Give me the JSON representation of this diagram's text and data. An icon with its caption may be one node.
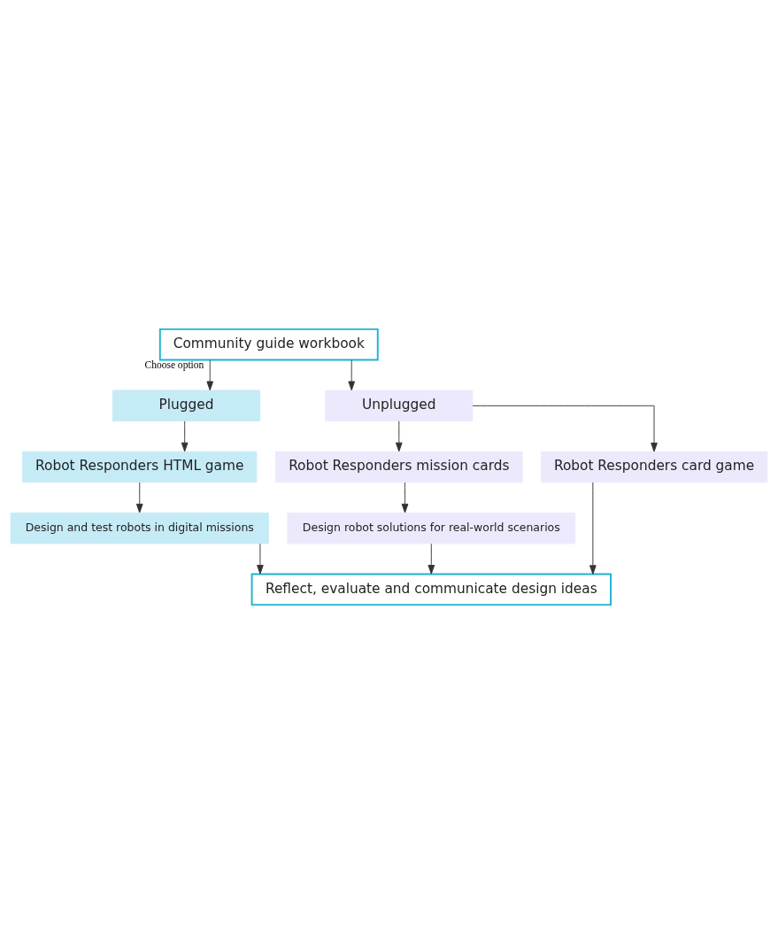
{
  "diagram": {
    "nodes": [
      {
        "text": [
          "Community guide workbook"
        ]
      },
      {
        "text": [
          "Plugged"
        ]
      },
      {
        "text": [
          "Unplugged"
        ]
      },
      {
        "text": [
          "Robot Responders HTML game"
        ]
      },
      {
        "text": [
          "Design and test robots in digital missions"
        ]
      },
      {
        "text": [
          "Robot Responders mission cards"
        ]
      },
      {
        "text": [
          "Design robot solutions for real-world scenarios"
        ]
      },
      {
        "text": [
          "Robot Responders card game"
        ]
      },
      {
        "text": [
          "Reflect, evaluate and communicate design ideas"
        ]
      }
    ],
    "edges": [
      {
        "from": 0,
        "to": 1,
        "arrow": "to",
        "label": "Choose option"
      },
      {
        "from": 0,
        "to": 2,
        "arrow": "to"
      },
      {
        "from": 1,
        "to": 3,
        "arrow": "to"
      },
      {
        "from": 2,
        "to": 5,
        "arrow": "to"
      },
      {
        "from": 2,
        "to": 7,
        "arrow": "to"
      },
      {
        "from": 3,
        "to": 4,
        "arrow": "to"
      },
      {
        "from": 5,
        "to": 6,
        "arrow": "to"
      },
      {
        "from": 4,
        "to": 8,
        "arrow": "to"
      },
      {
        "from": 6,
        "to": 8,
        "arrow": "to"
      },
      {
        "from": 7,
        "to": 8,
        "arrow": "to"
      }
    ]
  }
}
